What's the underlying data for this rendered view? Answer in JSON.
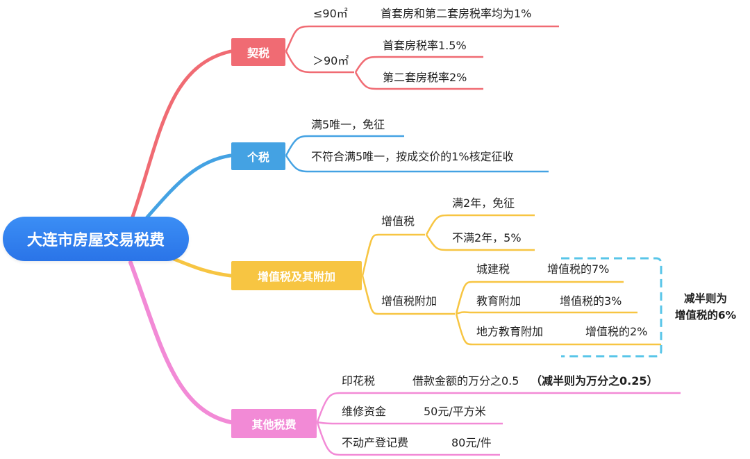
{
  "root": {
    "label": "大连市房屋交易税费"
  },
  "colors": {
    "deed": "#f06b73",
    "income": "#44a2e3",
    "vat": "#f7c542",
    "other": "#f28ad6",
    "root": "#2f80ee",
    "note_box": "#58c5e8"
  },
  "deed": {
    "label": "契税",
    "small_area": "≤90㎡",
    "small_rate": "首套房和第二套房税率均为1%",
    "large_area": "＞90㎡",
    "first_home": "首套房税率1.5%",
    "second_home": "第二套房税率2%"
  },
  "income": {
    "label": "个税",
    "exempt": "满5唯一，免征",
    "levy": "不符合满5唯一，按成交价的1%核定征收"
  },
  "vat": {
    "label": "增值税及其附加",
    "vat_label": "增值税",
    "vat_exempt": "满2年，免征",
    "vat_rate": "不满2年，5%",
    "surcharge_label": "增值税附加",
    "items": [
      {
        "name": "城建税",
        "rate": "增值税的7%"
      },
      {
        "name": "教育附加",
        "rate": "增值税的3%"
      },
      {
        "name": "地方教育附加",
        "rate": "增值税的2%"
      }
    ],
    "note_line1": "减半则为",
    "note_line2": "增值税的6%"
  },
  "other": {
    "label": "其他税费",
    "stamp_label": "印花税",
    "stamp_value": "借款金额的万分之0.5",
    "stamp_note": "（减半则为万分之0.25）",
    "maint_label": "维修资金",
    "maint_value": "50元/平方米",
    "reg_label": "不动产登记费",
    "reg_value": "80元/件"
  }
}
